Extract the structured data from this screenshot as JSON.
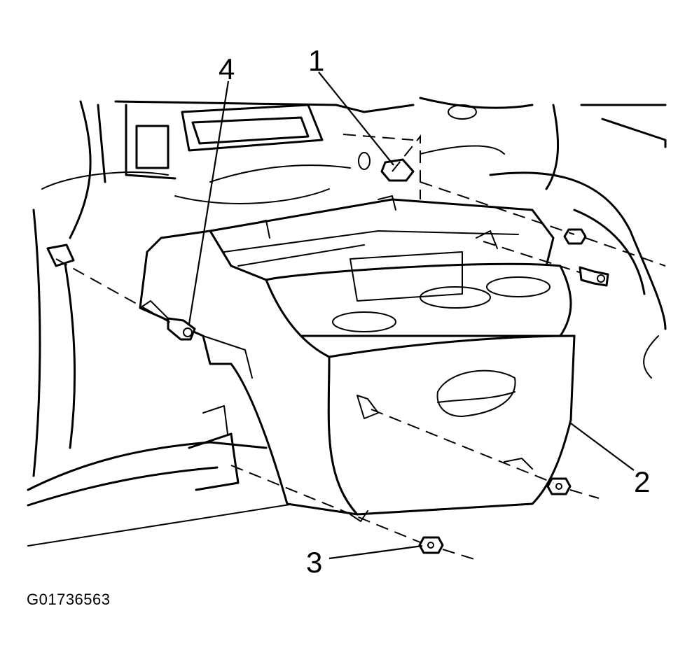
{
  "callouts": [
    {
      "id": "1",
      "label": "1"
    },
    {
      "id": "2",
      "label": "2"
    },
    {
      "id": "3",
      "label": "3"
    },
    {
      "id": "4",
      "label": "4"
    }
  ],
  "figure_id": "G01736563"
}
